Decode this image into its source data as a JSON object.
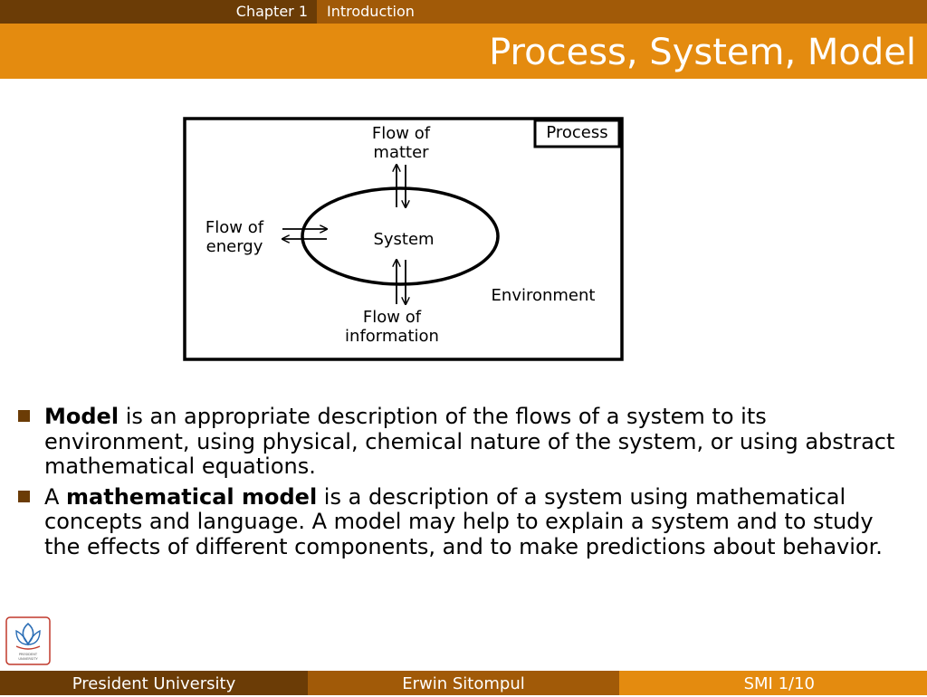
{
  "header": {
    "chapter": "Chapter 1",
    "section": "Introduction",
    "title": "Process, System, Model"
  },
  "diagram": {
    "process_label": "Process",
    "matter_line1": "Flow of",
    "matter_line2": "matter",
    "energy_line1": "Flow of",
    "energy_line2": "energy",
    "system_label": "System",
    "environment_label": "Environment",
    "information_line1": "Flow of",
    "information_line2": "information"
  },
  "bullets": [
    {
      "lead": "",
      "term": "Model",
      "rest": " is an appropriate description of the flows of a system to its environment, using physical, chemical nature of the system, or using abstract mathematical equations."
    },
    {
      "lead": "A ",
      "term": "mathematical model",
      "rest": " is a description of a system using mathematical concepts and language. A model may help to explain a system and to study the effects of different components, and to make predictions about behavior."
    }
  ],
  "logo": {
    "icon": "president-university-logo-icon",
    "text": "PRESIDENT UNIVERSITY"
  },
  "footer": {
    "institution": "President University",
    "author": "Erwin Sitompul",
    "page": "SMI 1/10"
  },
  "colors": {
    "dark_brown": "#6b3c06",
    "mid_brown": "#a15a08",
    "orange": "#e48b0f"
  }
}
